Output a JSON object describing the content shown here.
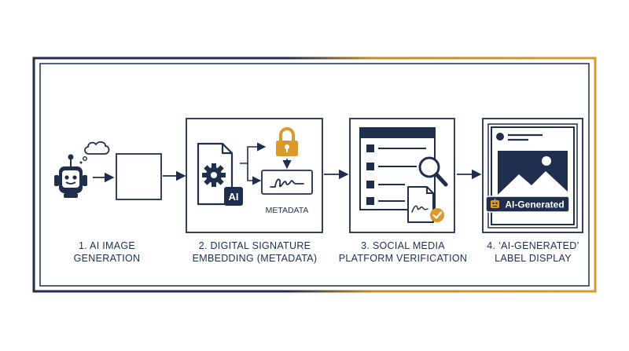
{
  "steps": [
    {
      "title_line1": "1. AI IMAGE",
      "title_line2": "GENERATION"
    },
    {
      "title_line1": "2. DIGITAL SIGNATURE",
      "title_line2": "EMBEDDING (METADATA)",
      "metadata_caption": "METADATA",
      "badge_text": "AI"
    },
    {
      "title_line1": "3. SOCIAL MEDIA",
      "title_line2": "PLATFORM VERIFICATION"
    },
    {
      "title_line1": "4. ‘AI-GENERATED’",
      "title_line2": "LABEL DISPLAY",
      "tag_text": "AI-Generated"
    }
  ],
  "colors": {
    "navy": "#1f2e4d",
    "gold": "#d99a2b",
    "white": "#ffffff"
  },
  "icons": [
    "robot-icon",
    "thought-bubble-icon",
    "gear-document-icon",
    "lock-icon",
    "signature-icon",
    "magnifier-icon",
    "checkmark-badge-icon",
    "image-icon"
  ]
}
